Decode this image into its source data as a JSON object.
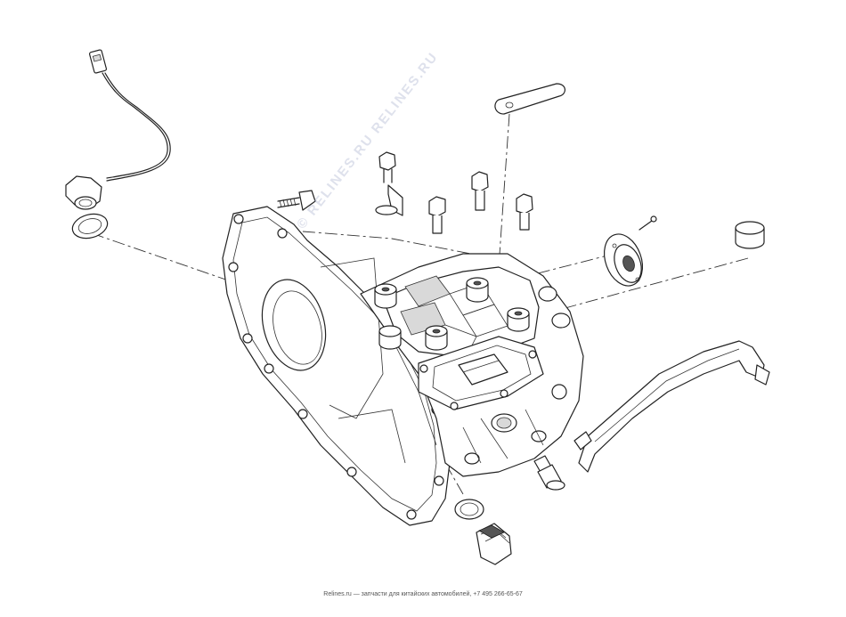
{
  "watermark": "© RELINES.RU  RELINES.RU",
  "footer": {
    "brand": "Relines.ru",
    "text": " — запчасти для китайских автомобилей, +7 495 266-65-67"
  },
  "colors": {
    "line": "#222222",
    "shade": "#d9d9d9",
    "footer_text": "#555555"
  }
}
